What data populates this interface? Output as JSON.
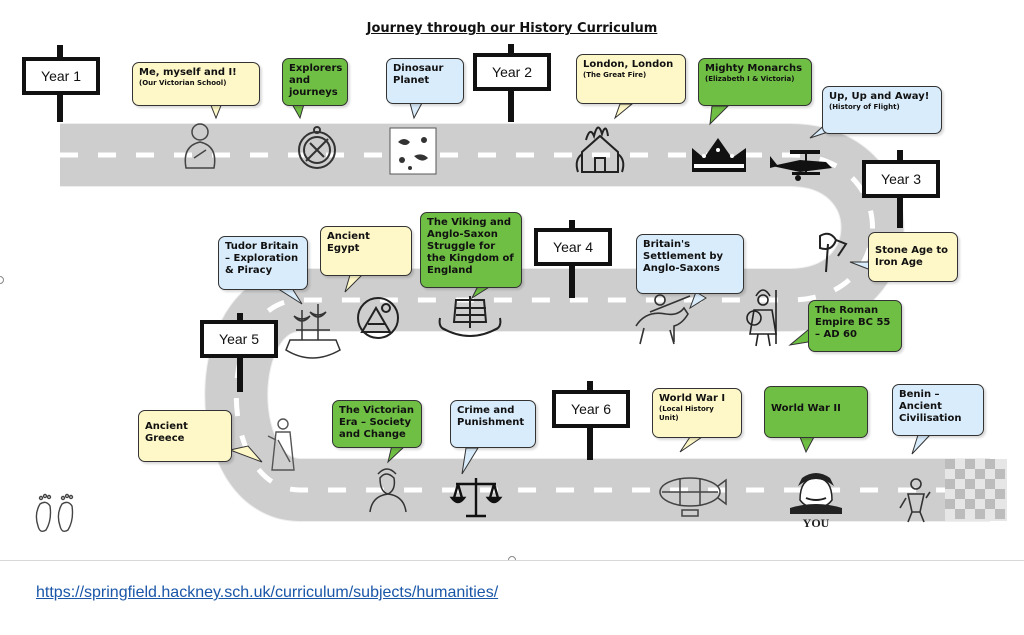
{
  "title": "Journey through our History Curriculum",
  "link": "https://springfield.hackney.sch.uk/curriculum/subjects/humanities/",
  "signs": {
    "year1": "Year 1",
    "year2": "Year 2",
    "year3": "Year 3",
    "year4": "Year 4",
    "year5": "Year 5",
    "year6": "Year 6"
  },
  "topics": {
    "me_myself": {
      "title": "Me, myself and I!",
      "sub": "(Our Victorian School)"
    },
    "explorers": {
      "title": "Explorers and journeys"
    },
    "dinosaur": {
      "title": "Dinosaur Planet"
    },
    "london": {
      "title": "London, London",
      "sub": "(The Great Fire)"
    },
    "monarchs": {
      "title": "Mighty Monarchs",
      "sub": "(Elizabeth I & Victoria)"
    },
    "flight": {
      "title": "Up, Up and Away!",
      "sub": "(History of Flight)"
    },
    "stone_age": {
      "title": "Stone Age to Iron Age"
    },
    "roman": {
      "title": "The Roman Empire BC 55 – AD 60"
    },
    "anglo_saxons": {
      "title": "Britain's Settlement by Anglo-Saxons"
    },
    "viking": {
      "title": "The Viking and Anglo-Saxon Struggle for the Kingdom of England"
    },
    "egypt": {
      "title": "Ancient Egypt"
    },
    "tudor": {
      "title": "Tudor Britain – Exploration & Piracy"
    },
    "greece": {
      "title": "Ancient Greece"
    },
    "victorian_era": {
      "title": "The Victorian Era – Society and Change"
    },
    "crime": {
      "title": "Crime and Punishment"
    },
    "ww1": {
      "title": "World War I",
      "sub": "(Local History Unit)"
    },
    "ww2": {
      "title": "World War II"
    },
    "benin": {
      "title": "Benin – Ancient Civilisation"
    }
  },
  "icons": [
    "child-figure-icon",
    "compass-icon",
    "dinosaur-map-icon",
    "burning-house-icon",
    "crown-icon",
    "biplane-icon",
    "stone-axe-icon",
    "roman-soldier-icon",
    "knight-on-horse-icon",
    "viking-ship-icon",
    "pyramid-icon",
    "tudor-ship-icon",
    "greek-statue-icon",
    "queen-victoria-icon",
    "scales-of-justice-icon",
    "zeppelin-icon",
    "kitchener-poster-icon",
    "benin-figure-icon",
    "footprints-icon"
  ],
  "poster_text": "YOU",
  "colors": {
    "road": "#d4d4d4",
    "road_dash": "#ffffff",
    "green_bubble": "#6fbf44",
    "yellow_bubble": "#fef8c8",
    "blue_bubble": "#d9ecfb",
    "link": "#1a56a8"
  }
}
